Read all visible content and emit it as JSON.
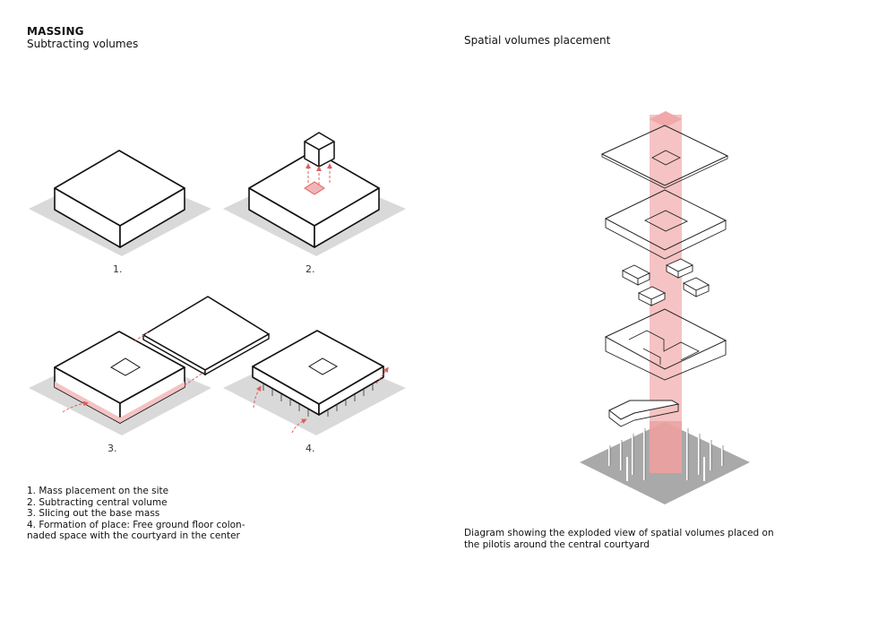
{
  "massing": {
    "title": "MASSING",
    "subtitle": "Subtracting volumes",
    "steps": [
      {
        "label": "1."
      },
      {
        "label": "2."
      },
      {
        "label": "3."
      },
      {
        "label": "4."
      }
    ],
    "legend": [
      "1. Mass placement on the site",
      "2. Subtracting central volume",
      "3. Slicing out the base mass",
      "4. Formation of place: Free ground floor colon-",
      "naded space with the courtyard in the center"
    ]
  },
  "spatial": {
    "title": "Spatial volumes placement",
    "caption_lines": [
      "Diagram showing the exploded view of spatial volumes placed on",
      "the pilotis around the central courtyard"
    ]
  },
  "colors": {
    "ground": "#d9d9d9",
    "highlight": "#e06060",
    "shaft": "#f3b8b8",
    "line": "#111111"
  }
}
